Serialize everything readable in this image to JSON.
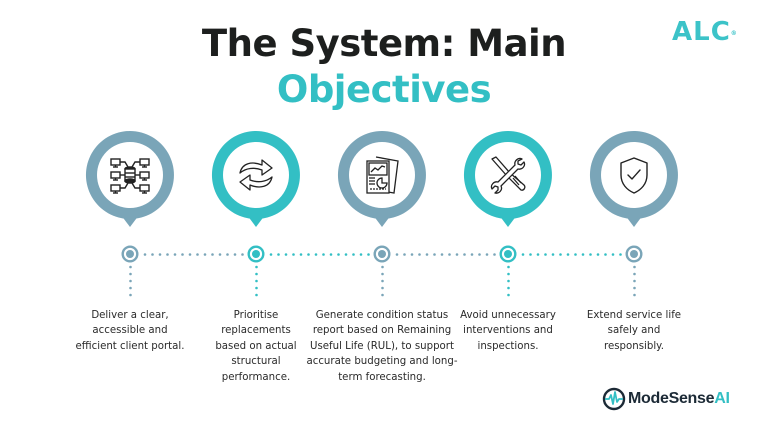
{
  "header": {
    "title_line1": "The System: Main",
    "title_line2": "Objectives"
  },
  "logos": {
    "alc": "ALC",
    "alc_mark": "®",
    "modesense_main": "ModeSense",
    "modesense_ai": "AI"
  },
  "colors": {
    "teal": "#33bfc4",
    "grey_blue": "#7aa5b8",
    "title_dark": "#1d1f1e"
  },
  "objectives": [
    {
      "icon": "network-database-icon",
      "color": "grey_blue",
      "text": "Deliver a clear, accessible and efficient client portal."
    },
    {
      "icon": "refresh-arrows-icon",
      "color": "teal",
      "text": "Prioritise replacements based on actual structural performance."
    },
    {
      "icon": "report-chart-icon",
      "color": "grey_blue",
      "text": "Generate condition status report based on Remaining Useful Life (RUL), to support accurate budgeting and long-term forecasting."
    },
    {
      "icon": "wrench-screwdriver-icon",
      "color": "teal",
      "text": "Avoid unnecessary interventions and inspections."
    },
    {
      "icon": "shield-check-icon",
      "color": "grey_blue",
      "text": "Extend service life safely and responsibly."
    }
  ]
}
